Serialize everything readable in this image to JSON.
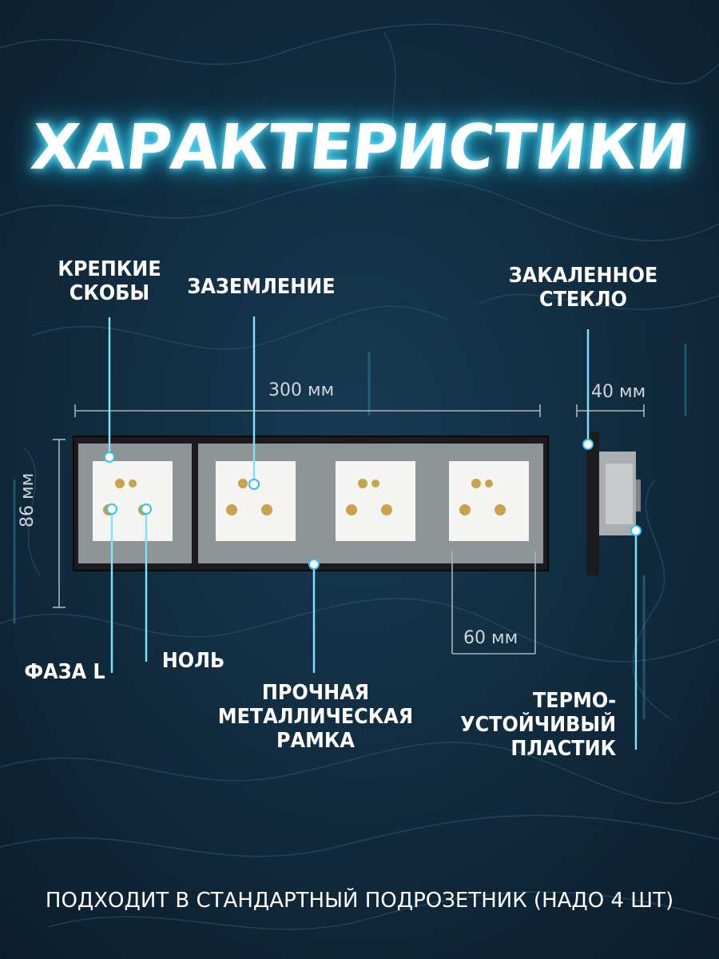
{
  "title": "ХАРАКТЕРИСТИКИ",
  "labels": {
    "brackets": [
      "КРЕПКИЕ",
      "СКОБЫ"
    ],
    "grounding": "ЗАЗЕМЛЕНИЕ",
    "tempered_glass": [
      "ЗАКАЛЕННОЕ",
      "СТЕКЛО"
    ],
    "phase": "ФАЗА L",
    "neutral": "НОЛЬ",
    "frame": [
      "ПРОЧНАЯ",
      "МЕТАЛЛИЧЕСКАЯ",
      "РАМКА"
    ],
    "plastic": [
      "ТЕРМО-",
      "УСТОЙЧИВЫЙ",
      "ПЛАСТИК"
    ]
  },
  "dimensions": {
    "width": "300 мм",
    "depth": "40 мм",
    "height": "86 мм",
    "module": "60 мм"
  },
  "footer": "ПОДХОДИТ В СТАНДАРТНЫЙ ПОДРОЗЕТНИК (НАДО 4 ШТ)",
  "colors": {
    "background": "#10273a",
    "accent_glow": "#6fe6ff",
    "frame": "#1c1c1e",
    "mechanism": "#8e9597",
    "socket": "#f4f4f2",
    "contact": "#c9a24a"
  }
}
